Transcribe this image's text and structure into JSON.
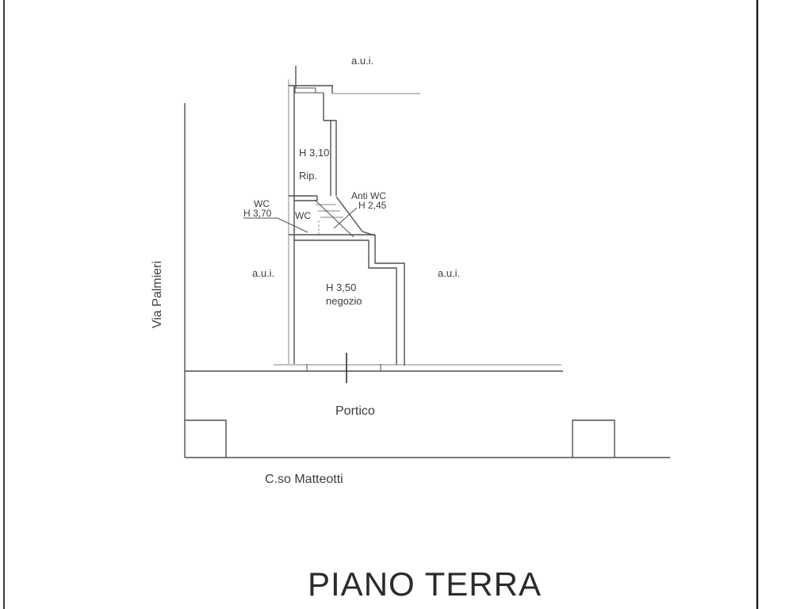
{
  "page": {
    "title_label": "PIANO TERRA"
  },
  "plan": {
    "labels": {
      "aui_top": "a.u.i.",
      "aui_left": "a.u.i.",
      "aui_right": "a.u.i.",
      "rip_height": "H 3,10",
      "rip_name": "Rip.",
      "wc_callout_name": "WC",
      "wc_callout_height": "H 3,70",
      "wc_room": "WC",
      "antiwc_name": "Anti WC",
      "antiwc_height": "H 2,45",
      "negozio_height": "H 3,50",
      "negozio_name": "negozio",
      "portico": "Portico"
    },
    "streets": {
      "left_vertical": "Via Palmieri",
      "bottom": "C.so Matteotti"
    },
    "colors": {
      "line_dark": "#4f4f4f",
      "line_light": "#9c9c9c",
      "text": "#3d3d3d",
      "background": "#ffffff"
    }
  }
}
